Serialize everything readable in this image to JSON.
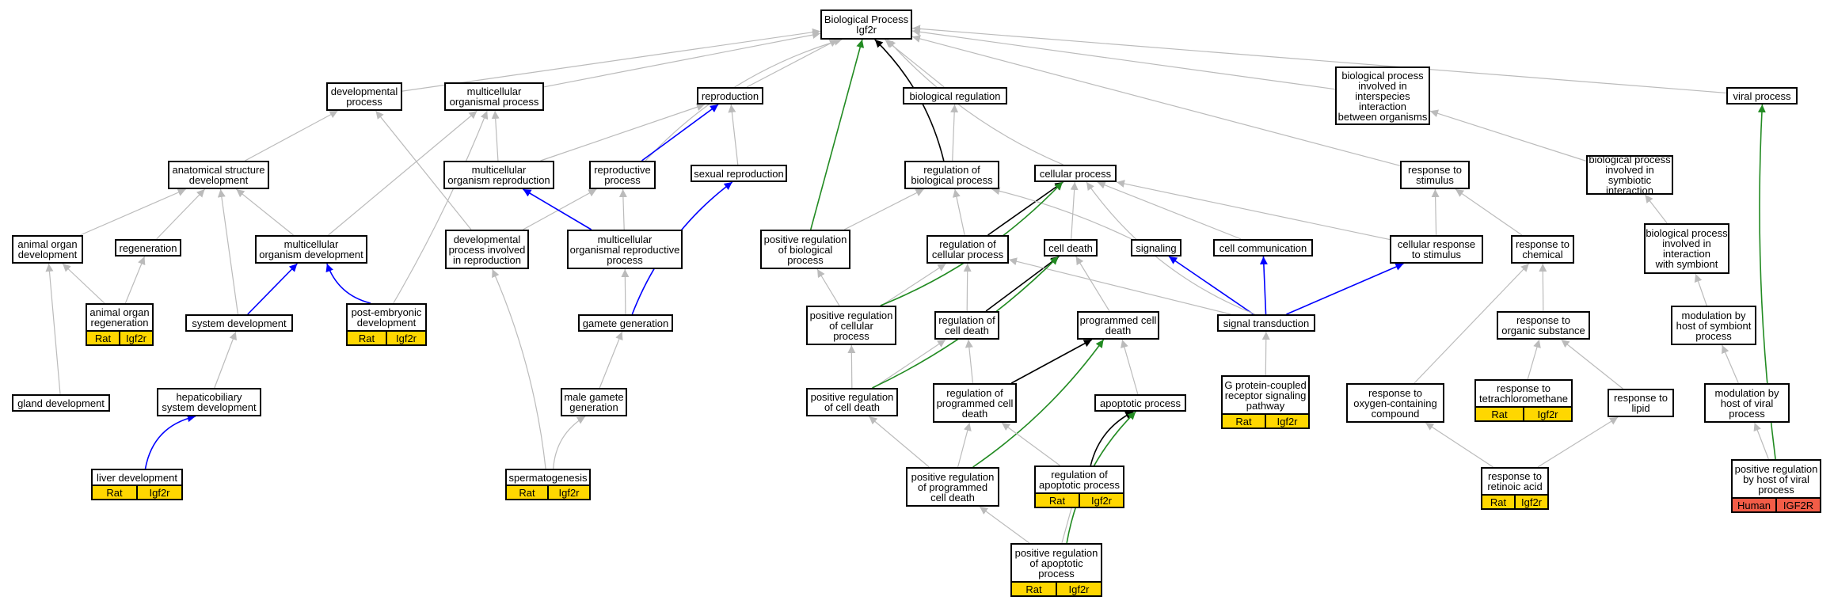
{
  "colors": {
    "gray": "#bbbbbb",
    "black": "#000000",
    "blue": "#0000ff",
    "green": "#228b22",
    "annotation_rat": "#ffd700",
    "annotation_human": "#f25c47"
  },
  "nodes": {
    "bp": "Biological Process\nIgf2r",
    "developmental_process": "developmental\nprocess",
    "multicellular_organismal_process": "multicellular\norganismal process",
    "reproduction": "reproduction",
    "biological_regulation": "biological regulation",
    "bp_interspecies": "biological process\ninvolved in\ninterspecies\ninteraction\nbetween organisms",
    "viral_process": "viral process",
    "anatomical_structure_development": "anatomical structure\ndevelopment",
    "multicellular_organism_reproduction": "multicellular\norganism reproduction",
    "reproductive_process": "reproductive\nprocess",
    "sexual_reproduction": "sexual reproduction",
    "regulation_of_biological_process": "regulation of\nbiological process",
    "cellular_process": "cellular process",
    "response_to_stimulus": "response to\nstimulus",
    "bp_symbiotic": "biological process\ninvolved in\nsymbiotic interaction",
    "animal_organ_development": "animal organ\ndevelopment",
    "regeneration": "regeneration",
    "multicellular_organism_development": "multicellular\norganism development",
    "developmental_process_reproduction": "developmental\nprocess involved\nin reproduction",
    "multicellular_organismal_reproductive_process": "multicellular\norganismal reproductive\nprocess",
    "positive_regulation_of_biological_process": "positive regulation\nof biological\nprocess",
    "regulation_of_cellular_process": "regulation of\ncellular process",
    "cell_death": "cell death",
    "signaling": "signaling",
    "cell_communication": "cell communication",
    "cellular_response_to_stimulus": "cellular response\nto stimulus",
    "response_to_chemical": "response to\nchemical",
    "bp_with_symbiont": "biological process\ninvolved in\ninteraction\nwith symbiont",
    "animal_organ_regeneration": "animal organ\nregeneration",
    "system_development": "system development",
    "post_embryonic_development": "post-embryonic\ndevelopment",
    "gamete_generation": "gamete generation",
    "positive_regulation_of_cellular_process": "positive regulation\nof cellular\nprocess",
    "regulation_of_cell_death": "regulation of\ncell death",
    "programmed_cell_death": "programmed cell\ndeath",
    "signal_transduction": "signal transduction",
    "response_to_organic_substance": "response to\norganic substance",
    "modulation_by_host_symbiont": "modulation by\nhost of symbiont\nprocess",
    "gland_development": "gland development",
    "hepaticobiliary_system_development": "hepaticobiliary\nsystem development",
    "male_gamete_generation": "male gamete\ngeneration",
    "positive_regulation_of_cell_death": "positive regulation\nof cell death",
    "regulation_of_programmed_cell_death": "regulation of\nprogrammed cell\ndeath",
    "apoptotic_process": "apoptotic process",
    "gpcr_signaling": "G protein-coupled\nreceptor signaling\npathway",
    "response_to_oxygen_compound": "response to\noxygen-containing\ncompound",
    "response_to_tetrachloromethane": "response to\ntetrachloromethane",
    "response_to_lipid": "response to\nlipid",
    "modulation_by_host_viral": "modulation by\nhost of viral\nprocess",
    "liver_development": "liver development",
    "spermatogenesis": "spermatogenesis",
    "positive_regulation_of_programmed_cell_death": "positive regulation\nof programmed\ncell death",
    "regulation_of_apoptotic_process": "regulation of\napoptotic process",
    "response_to_retinoic_acid": "response to\nretinoic acid",
    "positive_regulation_by_host_viral": "positive regulation\nby host of viral\nprocess",
    "positive_regulation_of_apoptotic_process": "positive regulation\nof apoptotic\nprocess"
  },
  "annotations": {
    "rat": {
      "species": "Rat",
      "gene": "Igf2r"
    },
    "human": {
      "species": "Human",
      "gene": "IGF2R"
    }
  }
}
